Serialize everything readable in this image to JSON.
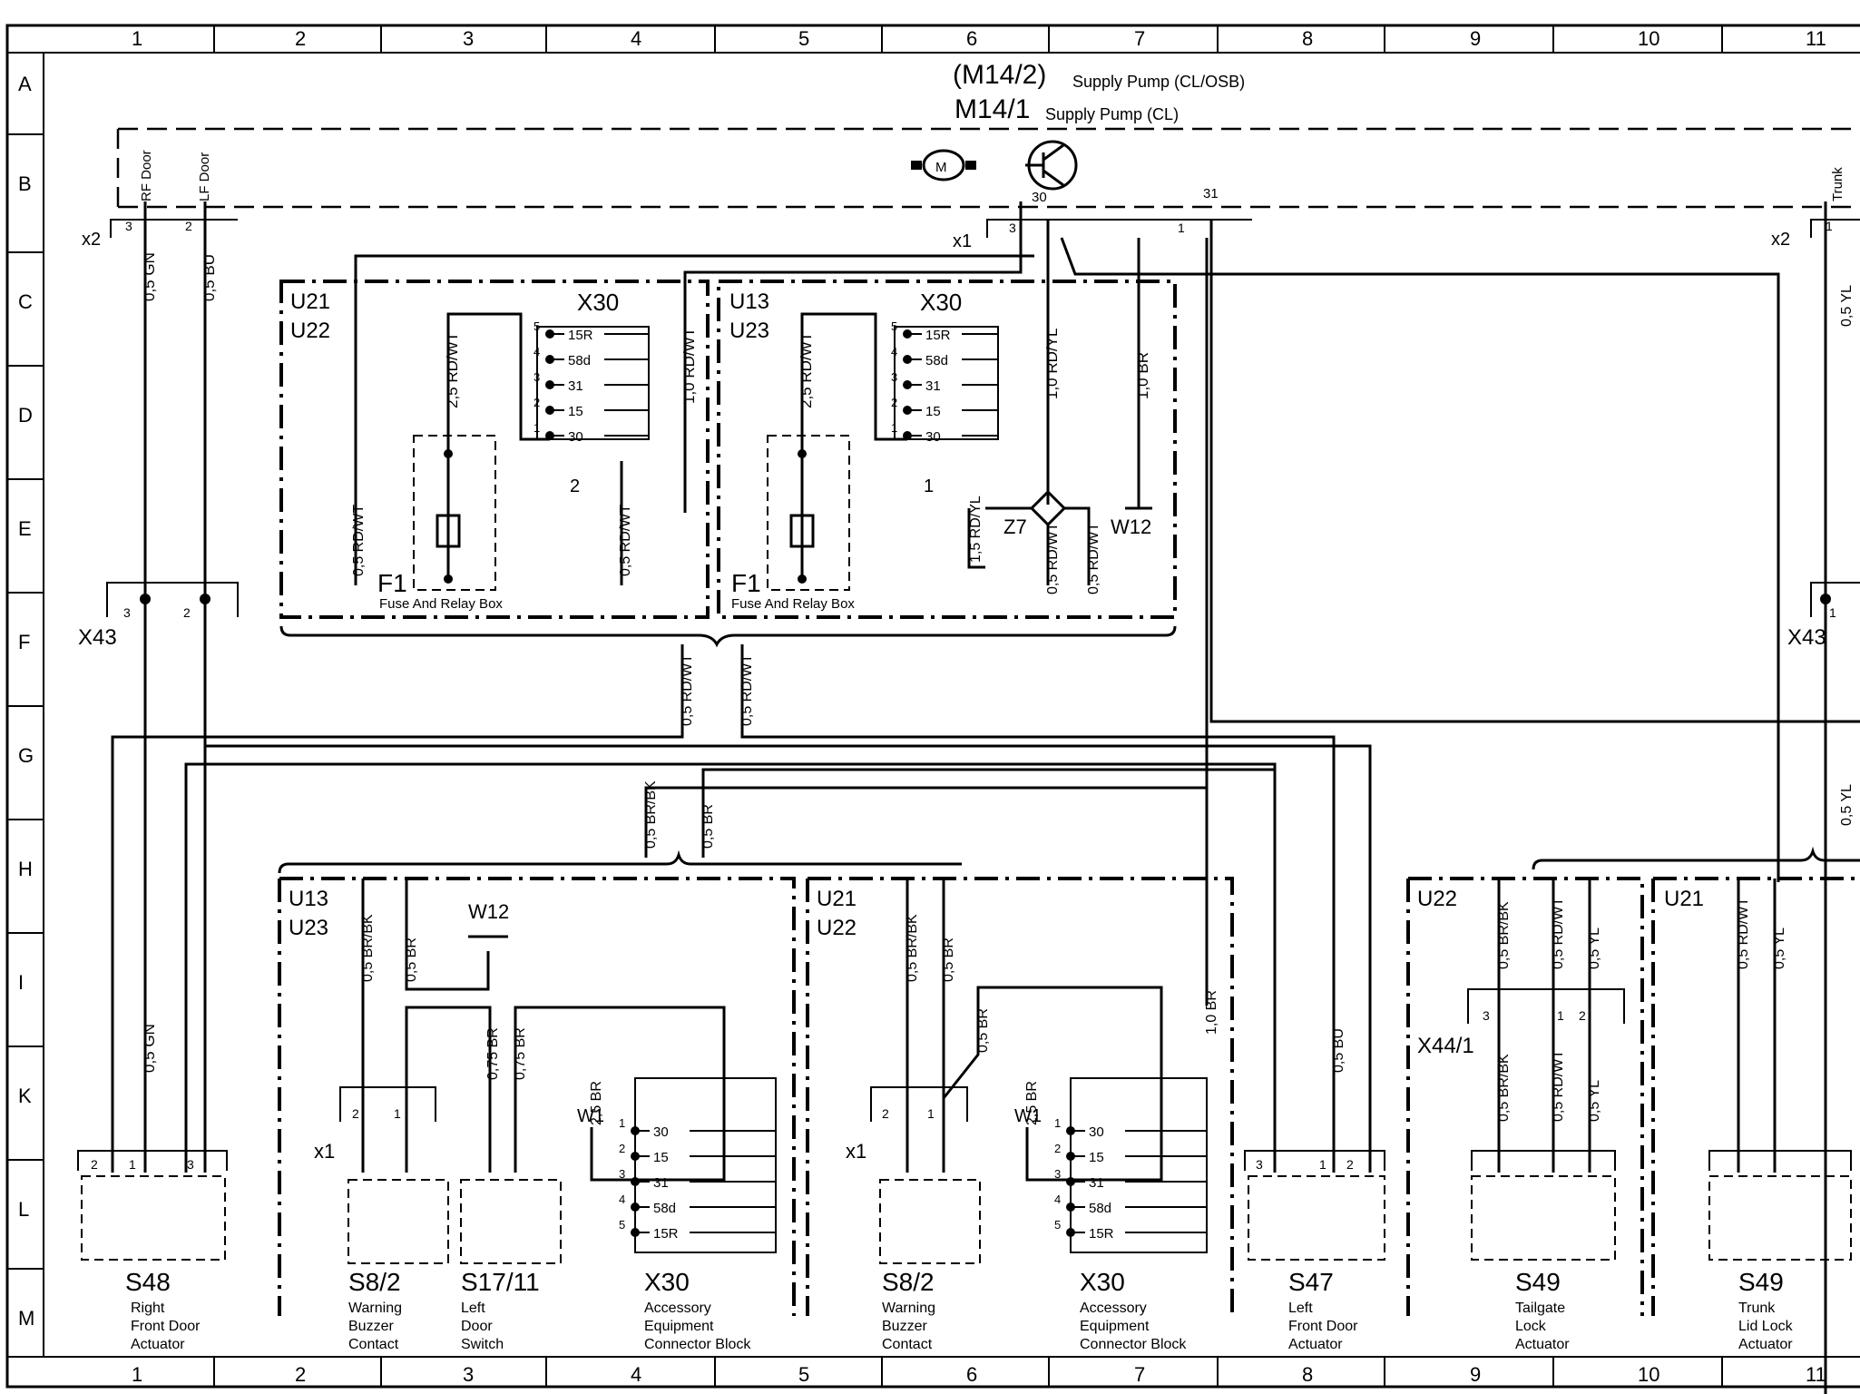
{
  "grid": {
    "columns": [
      "1",
      "2",
      "3",
      "4",
      "5",
      "6",
      "7",
      "8",
      "9",
      "10",
      "11"
    ],
    "rows": [
      "A",
      "B",
      "C",
      "D",
      "E",
      "F",
      "G",
      "H",
      "I",
      "K",
      "L",
      "M"
    ]
  },
  "header": {
    "pump1_code": "(M14/2)",
    "pump1_desc": "Supply Pump (CL/OSB)",
    "pump2_code": "M14/1",
    "pump2_desc": "Supply Pump (CL)"
  },
  "connectors": {
    "x2_left": "x2",
    "x2_right": "x2",
    "x1_top": "x1",
    "x43_left": "X43",
    "x43_right": "X43",
    "x44_1": "X44/1",
    "rf_door": "RF Door",
    "lf_door": "LF Door",
    "trunk": "Trunk",
    "pin30": "30",
    "pin31": "31"
  },
  "fuse_boxes": [
    {
      "modules": [
        "U21",
        "U22"
      ],
      "block": "X30",
      "fuse": "F1",
      "caption": "Fuse And Relay Box",
      "relay_num": "2"
    },
    {
      "modules": [
        "U13",
        "U23"
      ],
      "block": "X30",
      "fuse": "F1",
      "caption": "Fuse And Relay Box",
      "relay_num": "1"
    }
  ],
  "x30_pins": [
    "5",
    "4",
    "3",
    "2",
    "1"
  ],
  "x30_labels": [
    "15R",
    "58d",
    "31",
    "15",
    "30"
  ],
  "x30_lower_pins": [
    "1",
    "2",
    "3",
    "4",
    "5"
  ],
  "x30_lower_labels": [
    "30",
    "15",
    "31",
    "58d",
    "15R"
  ],
  "splice": "Z7",
  "ground_w12": "W12",
  "ground_w1": "W1",
  "wires": {
    "gn": "0,5 GN",
    "bu": "0,5 BU",
    "yl": "0,5 YL",
    "rdwt25": "2,5 RD/WT",
    "rdwt10": "1,0 RD/WT",
    "rdyl10": "1,0 RD/YL",
    "br10": "1,0 BR",
    "rdyl15": "1,5 RD/YL",
    "rdwt05": "0,5 RD/WT",
    "brbk": "0,5 BR/BK",
    "br05": "0,5 BR",
    "br075": "0,75 BR",
    "br25": "2,5 BR"
  },
  "module_groups": {
    "g1": [
      "U13",
      "U23"
    ],
    "g2": [
      "U21",
      "U22"
    ],
    "g3": [
      "U22"
    ],
    "g4": [
      "U21"
    ]
  },
  "components": [
    {
      "code": "S48",
      "lines": [
        "Right",
        "Front Door",
        "Actuator"
      ]
    },
    {
      "code": "S8/2",
      "lines": [
        "Warning",
        "Buzzer",
        "Contact"
      ]
    },
    {
      "code": "S17/11",
      "lines": [
        "Left",
        "Door",
        "Switch"
      ]
    },
    {
      "code": "X30",
      "lines": [
        "Accessory",
        "Equipment",
        "Connector Block"
      ]
    },
    {
      "code": "S8/2",
      "lines": [
        "Warning",
        "Buzzer",
        "Contact"
      ]
    },
    {
      "code": "X30",
      "lines": [
        "Accessory",
        "Equipment",
        "Connector Block"
      ]
    },
    {
      "code": "S47",
      "lines": [
        "Left",
        "Front Door",
        "Actuator"
      ]
    },
    {
      "code": "S49",
      "lines": [
        "Tailgate",
        "Lock",
        "Actuator"
      ]
    },
    {
      "code": "S49",
      "lines": [
        "Trunk",
        "Lid Lock",
        "Actuator"
      ]
    }
  ]
}
